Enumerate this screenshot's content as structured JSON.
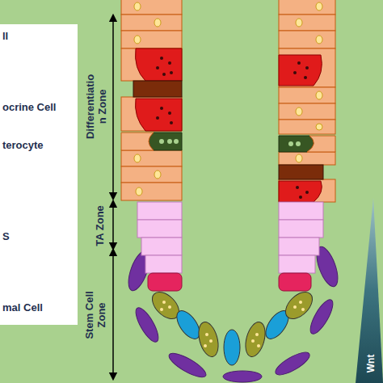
{
  "diagram": {
    "labels": [
      "ll",
      "ocrine Cell",
      "terocyte",
      "S",
      "mal Cell",
      "Differentiatio n Zone",
      "TA Zone",
      "Stem Cell Zone",
      "Wnt"
    ]
  }
}
